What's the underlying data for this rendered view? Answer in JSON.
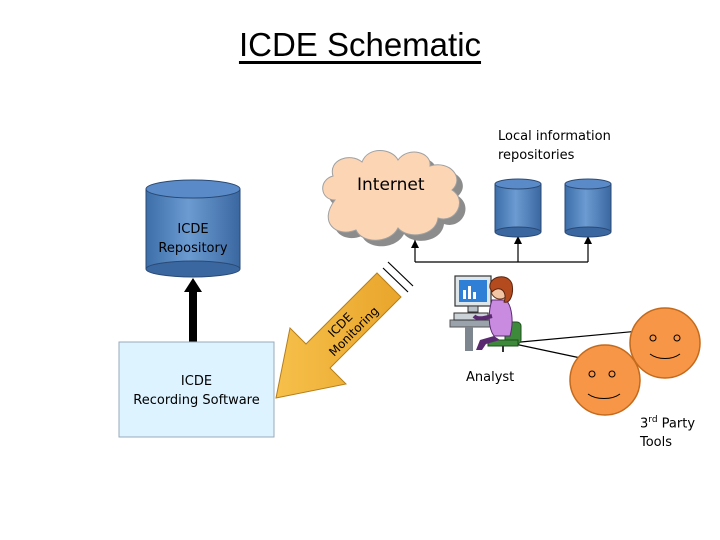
{
  "title": "ICDE Schematic",
  "labels": {
    "local_repos": [
      "Local information",
      "repositories"
    ],
    "internet": "Internet",
    "icde_repository": [
      "ICDE",
      "Repository"
    ],
    "recording_software": [
      "ICDE",
      "Recording Software"
    ],
    "monitoring": [
      "ICDE",
      "Monitoring"
    ],
    "analyst": "Analyst",
    "third_party": {
      "num": "3",
      "sup": "rd",
      "rest": " Party",
      "line2": "Tools"
    }
  },
  "colors": {
    "database_fill": "#4f81bd",
    "cloud_fill": "#fcd5b5",
    "software_box": "#ddf3ff",
    "monitor_arrow": "#f3b33d",
    "smiley_face": "#f79646"
  }
}
